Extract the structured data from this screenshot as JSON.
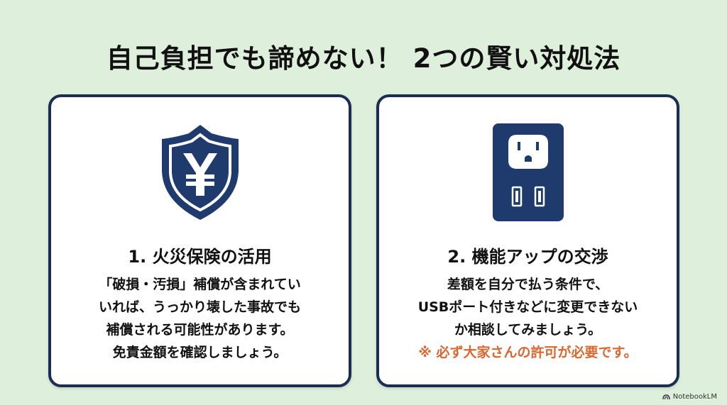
{
  "title": "自己負担でも諦めない！ 2つの賢い対処法",
  "colors": {
    "background": "#deefdc",
    "card_border": "#1a2d52",
    "icon_navy": "#1f3a6d",
    "note_orange": "#d9672f"
  },
  "cards": [
    {
      "icon": "shield-yen-icon",
      "heading": "1. 火災保険の活用",
      "lines": [
        "「破損・汚損」補償が含まれてい",
        "いれば、うっかり壊した事故でも",
        "補償される可能性があります。",
        "免責金額を確認しましょう。"
      ]
    },
    {
      "icon": "usb-outlet-icon",
      "heading": "2. 機能アップの交渉",
      "lines": [
        "差額を自分で払う条件で、",
        "USBポート付きなどに変更できない",
        "か相談してみましょう。"
      ],
      "note": "※ 必ず大家さんの許可が必要です。"
    }
  ],
  "watermark": "NotebookLM"
}
